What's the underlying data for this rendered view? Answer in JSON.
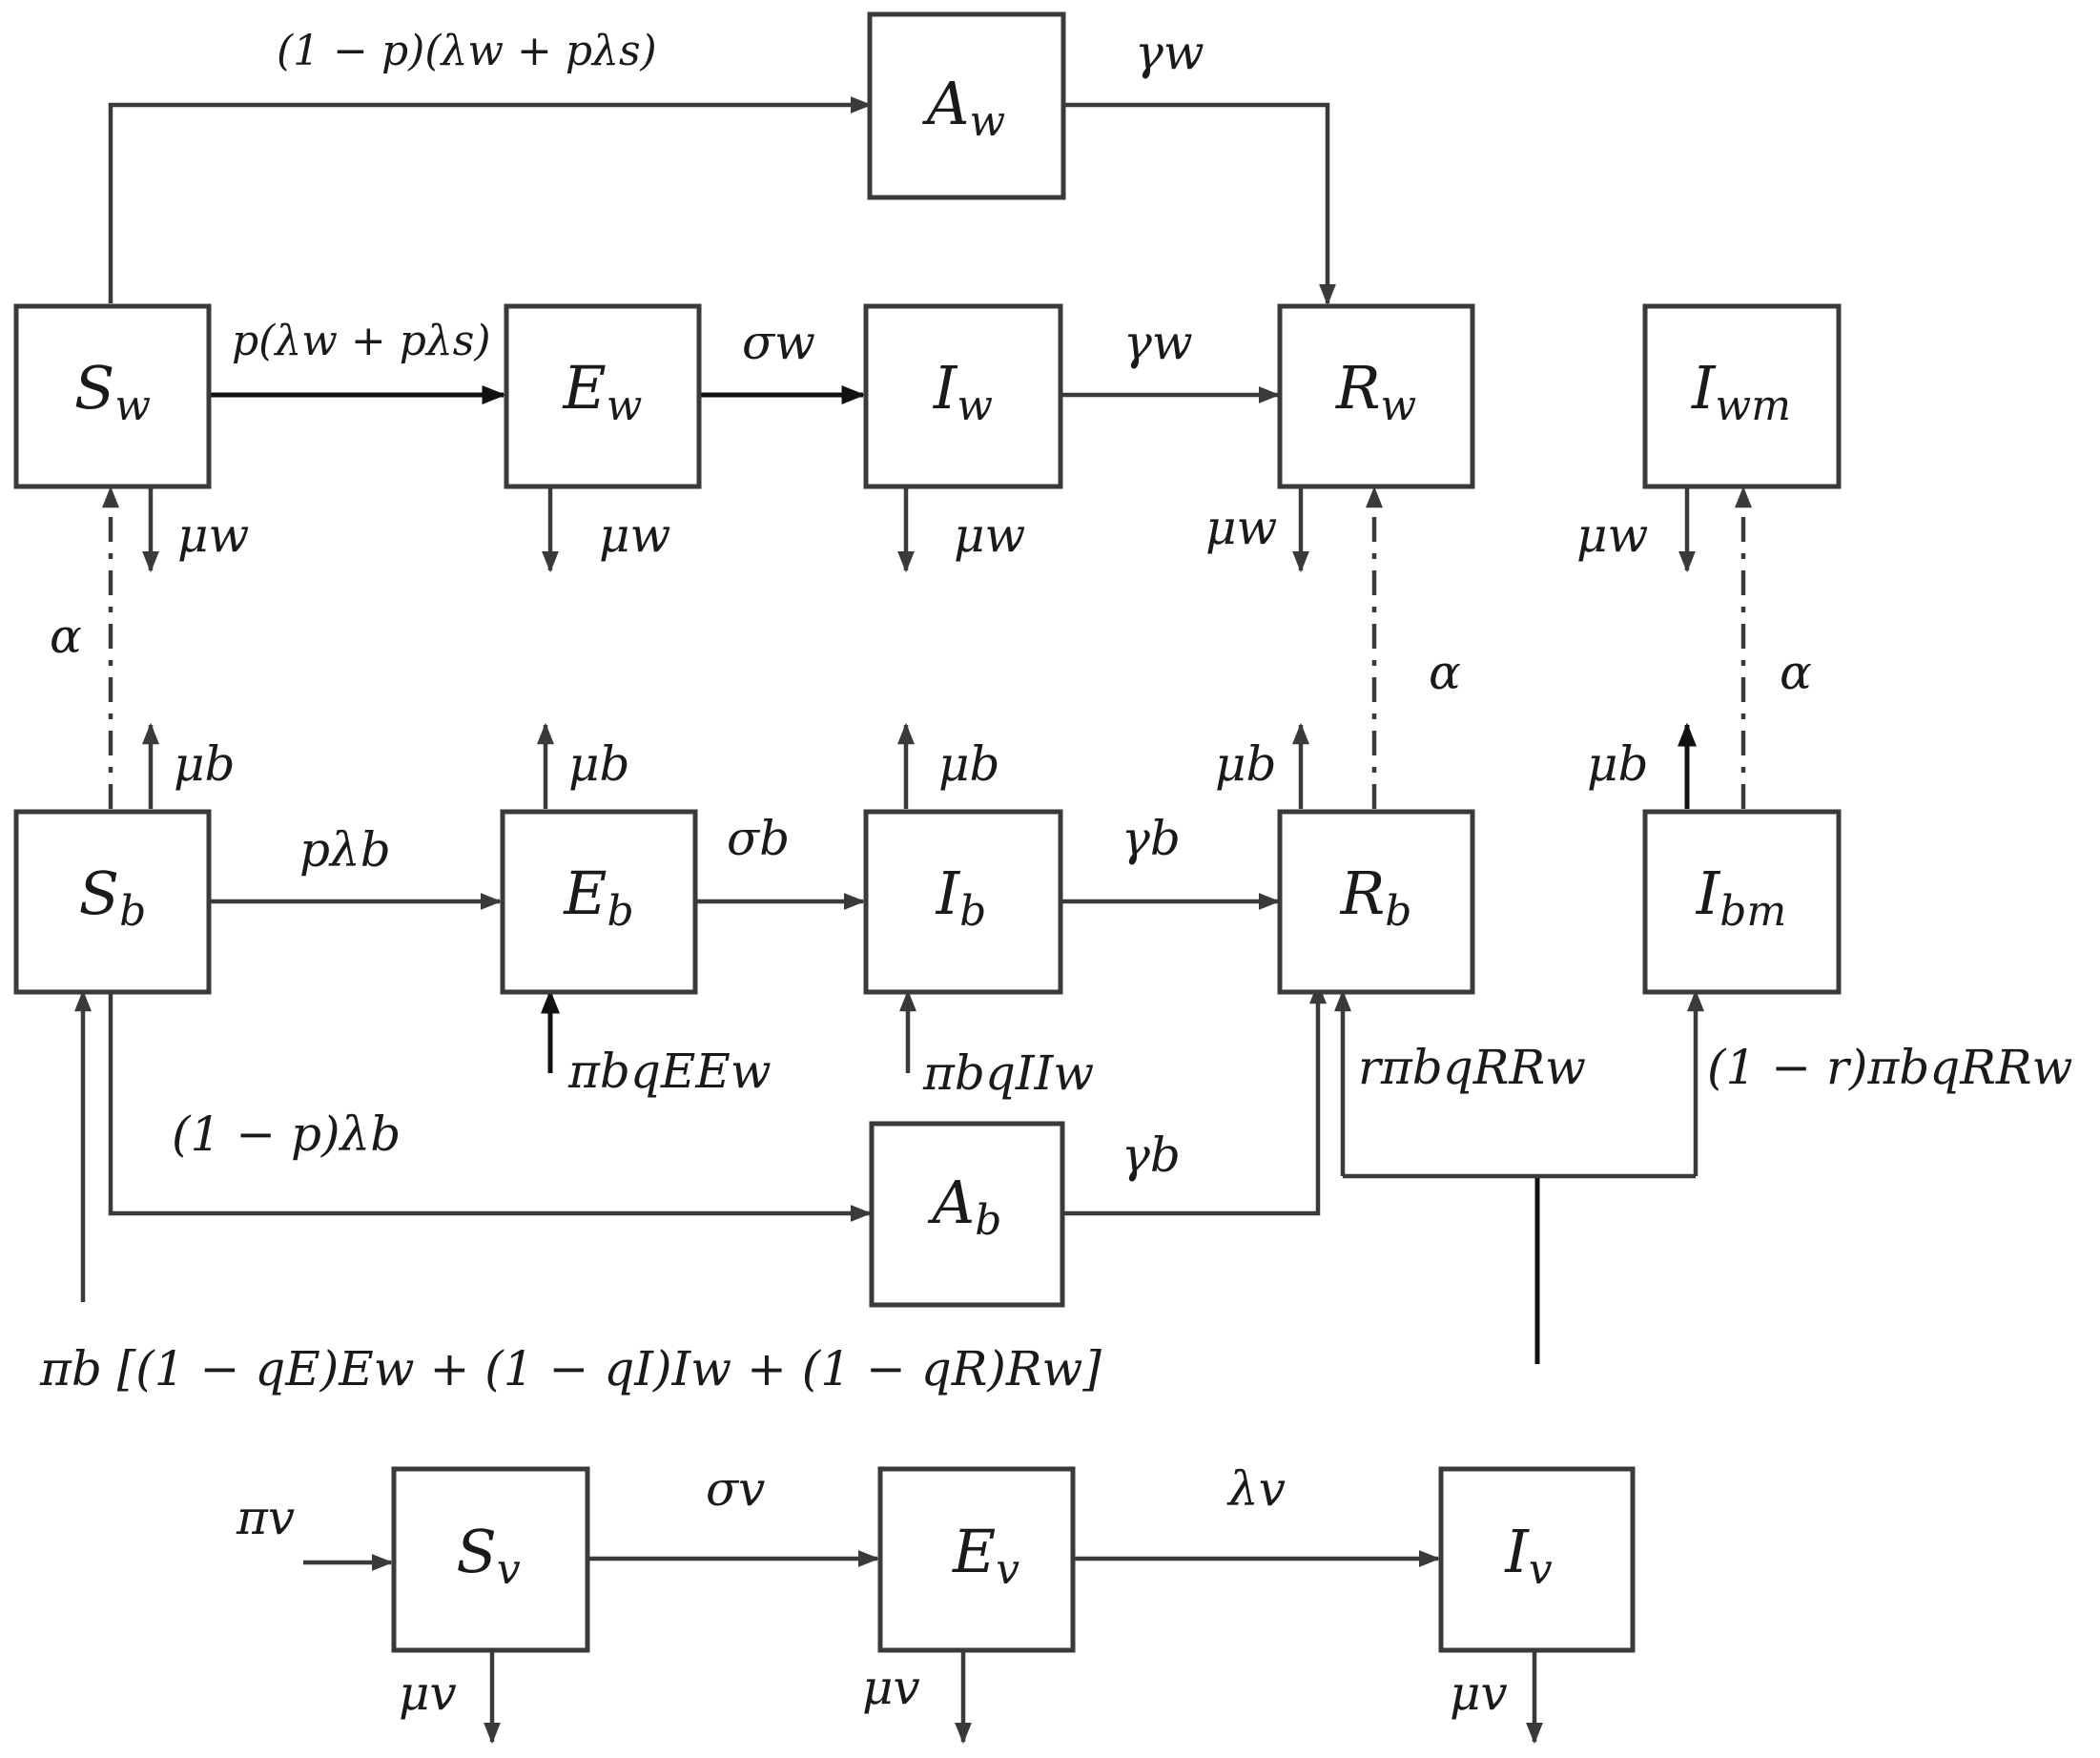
{
  "nodes": {
    "Aw": {
      "label": "A",
      "sub": "w"
    },
    "Sw": {
      "label": "S",
      "sub": "w"
    },
    "Ew": {
      "label": "E",
      "sub": "w"
    },
    "Iw": {
      "label": "I",
      "sub": "w"
    },
    "Rw": {
      "label": "R",
      "sub": "w"
    },
    "Iwm": {
      "label": "I",
      "sub": "wm"
    },
    "Sb": {
      "label": "S",
      "sub": "b"
    },
    "Eb": {
      "label": "E",
      "sub": "b"
    },
    "Ib": {
      "label": "I",
      "sub": "b"
    },
    "Rb": {
      "label": "R",
      "sub": "b"
    },
    "Ibm": {
      "label": "I",
      "sub": "bm"
    },
    "Ab": {
      "label": "A",
      "sub": "b"
    },
    "Sv": {
      "label": "S",
      "sub": "v"
    },
    "Ev": {
      "label": "E",
      "sub": "v"
    },
    "Iv": {
      "label": "I",
      "sub": "v"
    }
  },
  "rates": {
    "sw_aw": "(1 − p)(λw + pλs)",
    "aw_rw": "γw",
    "sw_ew": "p(λw + pλs)",
    "ew_iw": "σw",
    "iw_rw": "γw",
    "mu_w": "μw",
    "mu_b": "μb",
    "mu_v": "μv",
    "alpha": "α",
    "sb_eb": "pλb",
    "eb_ib": "σb",
    "ib_rb": "γb",
    "ab_rb": "γb",
    "sb_ab": "(1 − p)λb",
    "in_eb": "πbqEEw",
    "in_ib": "πbqIIw",
    "in_rb": "rπbqRRw",
    "in_ibm": "(1 − r)πbqRRw",
    "in_sb": "πb [(1 − qE)Ew + (1 − qI)Iw + (1 − qR)Rw]",
    "pi_v": "πv",
    "sv_ev": "σv",
    "ev_iv": "λv"
  }
}
